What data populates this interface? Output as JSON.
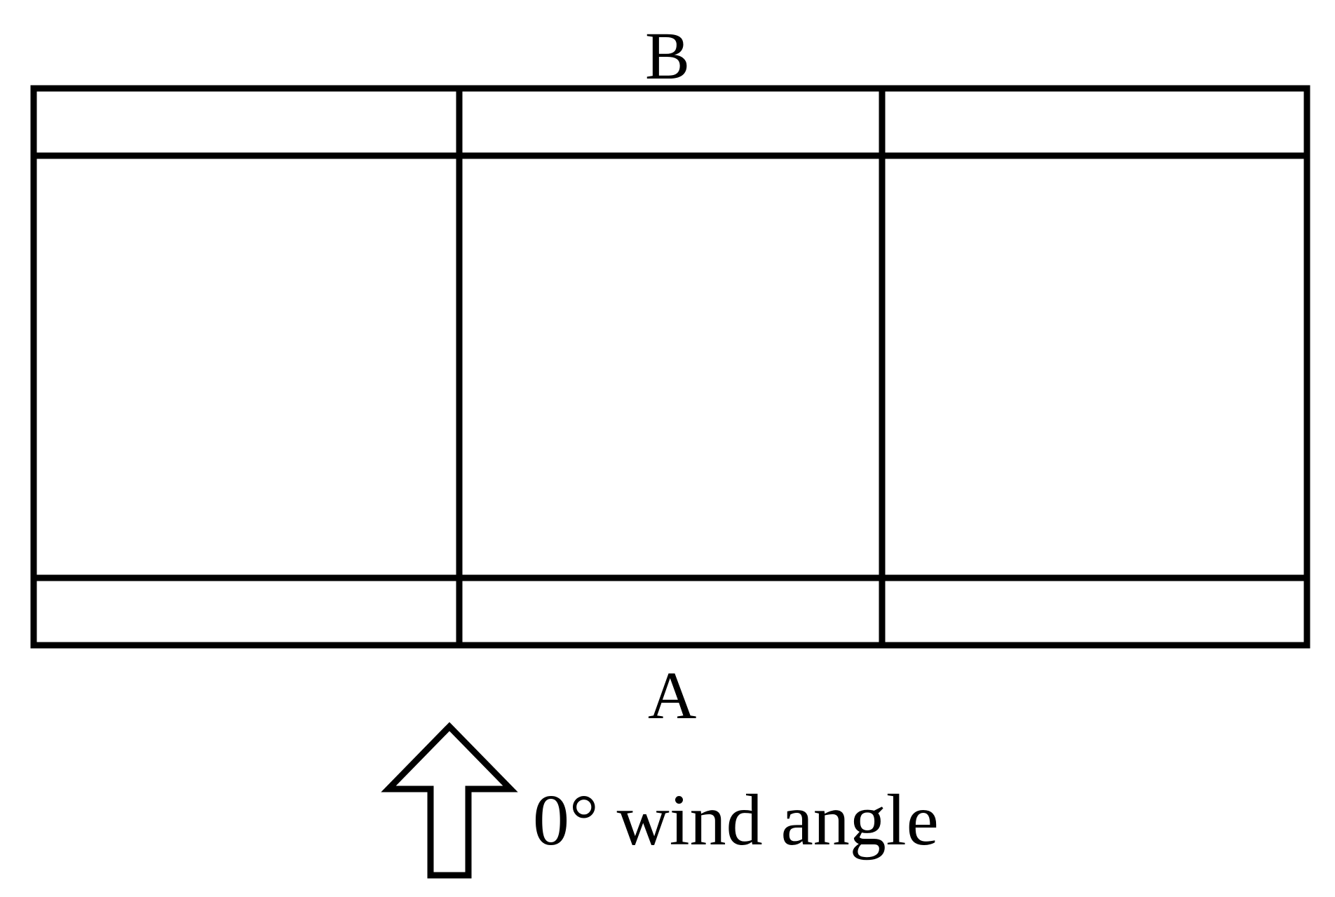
{
  "labels": {
    "top_side": "B",
    "bottom_side": "A",
    "wind_direction": "0° wind angle"
  },
  "diagram": {
    "columns": 3,
    "rows": 3,
    "stroke_color": "#000000",
    "background_color": "#ffffff",
    "arrow_icon": "up-arrow-outline-icon"
  }
}
